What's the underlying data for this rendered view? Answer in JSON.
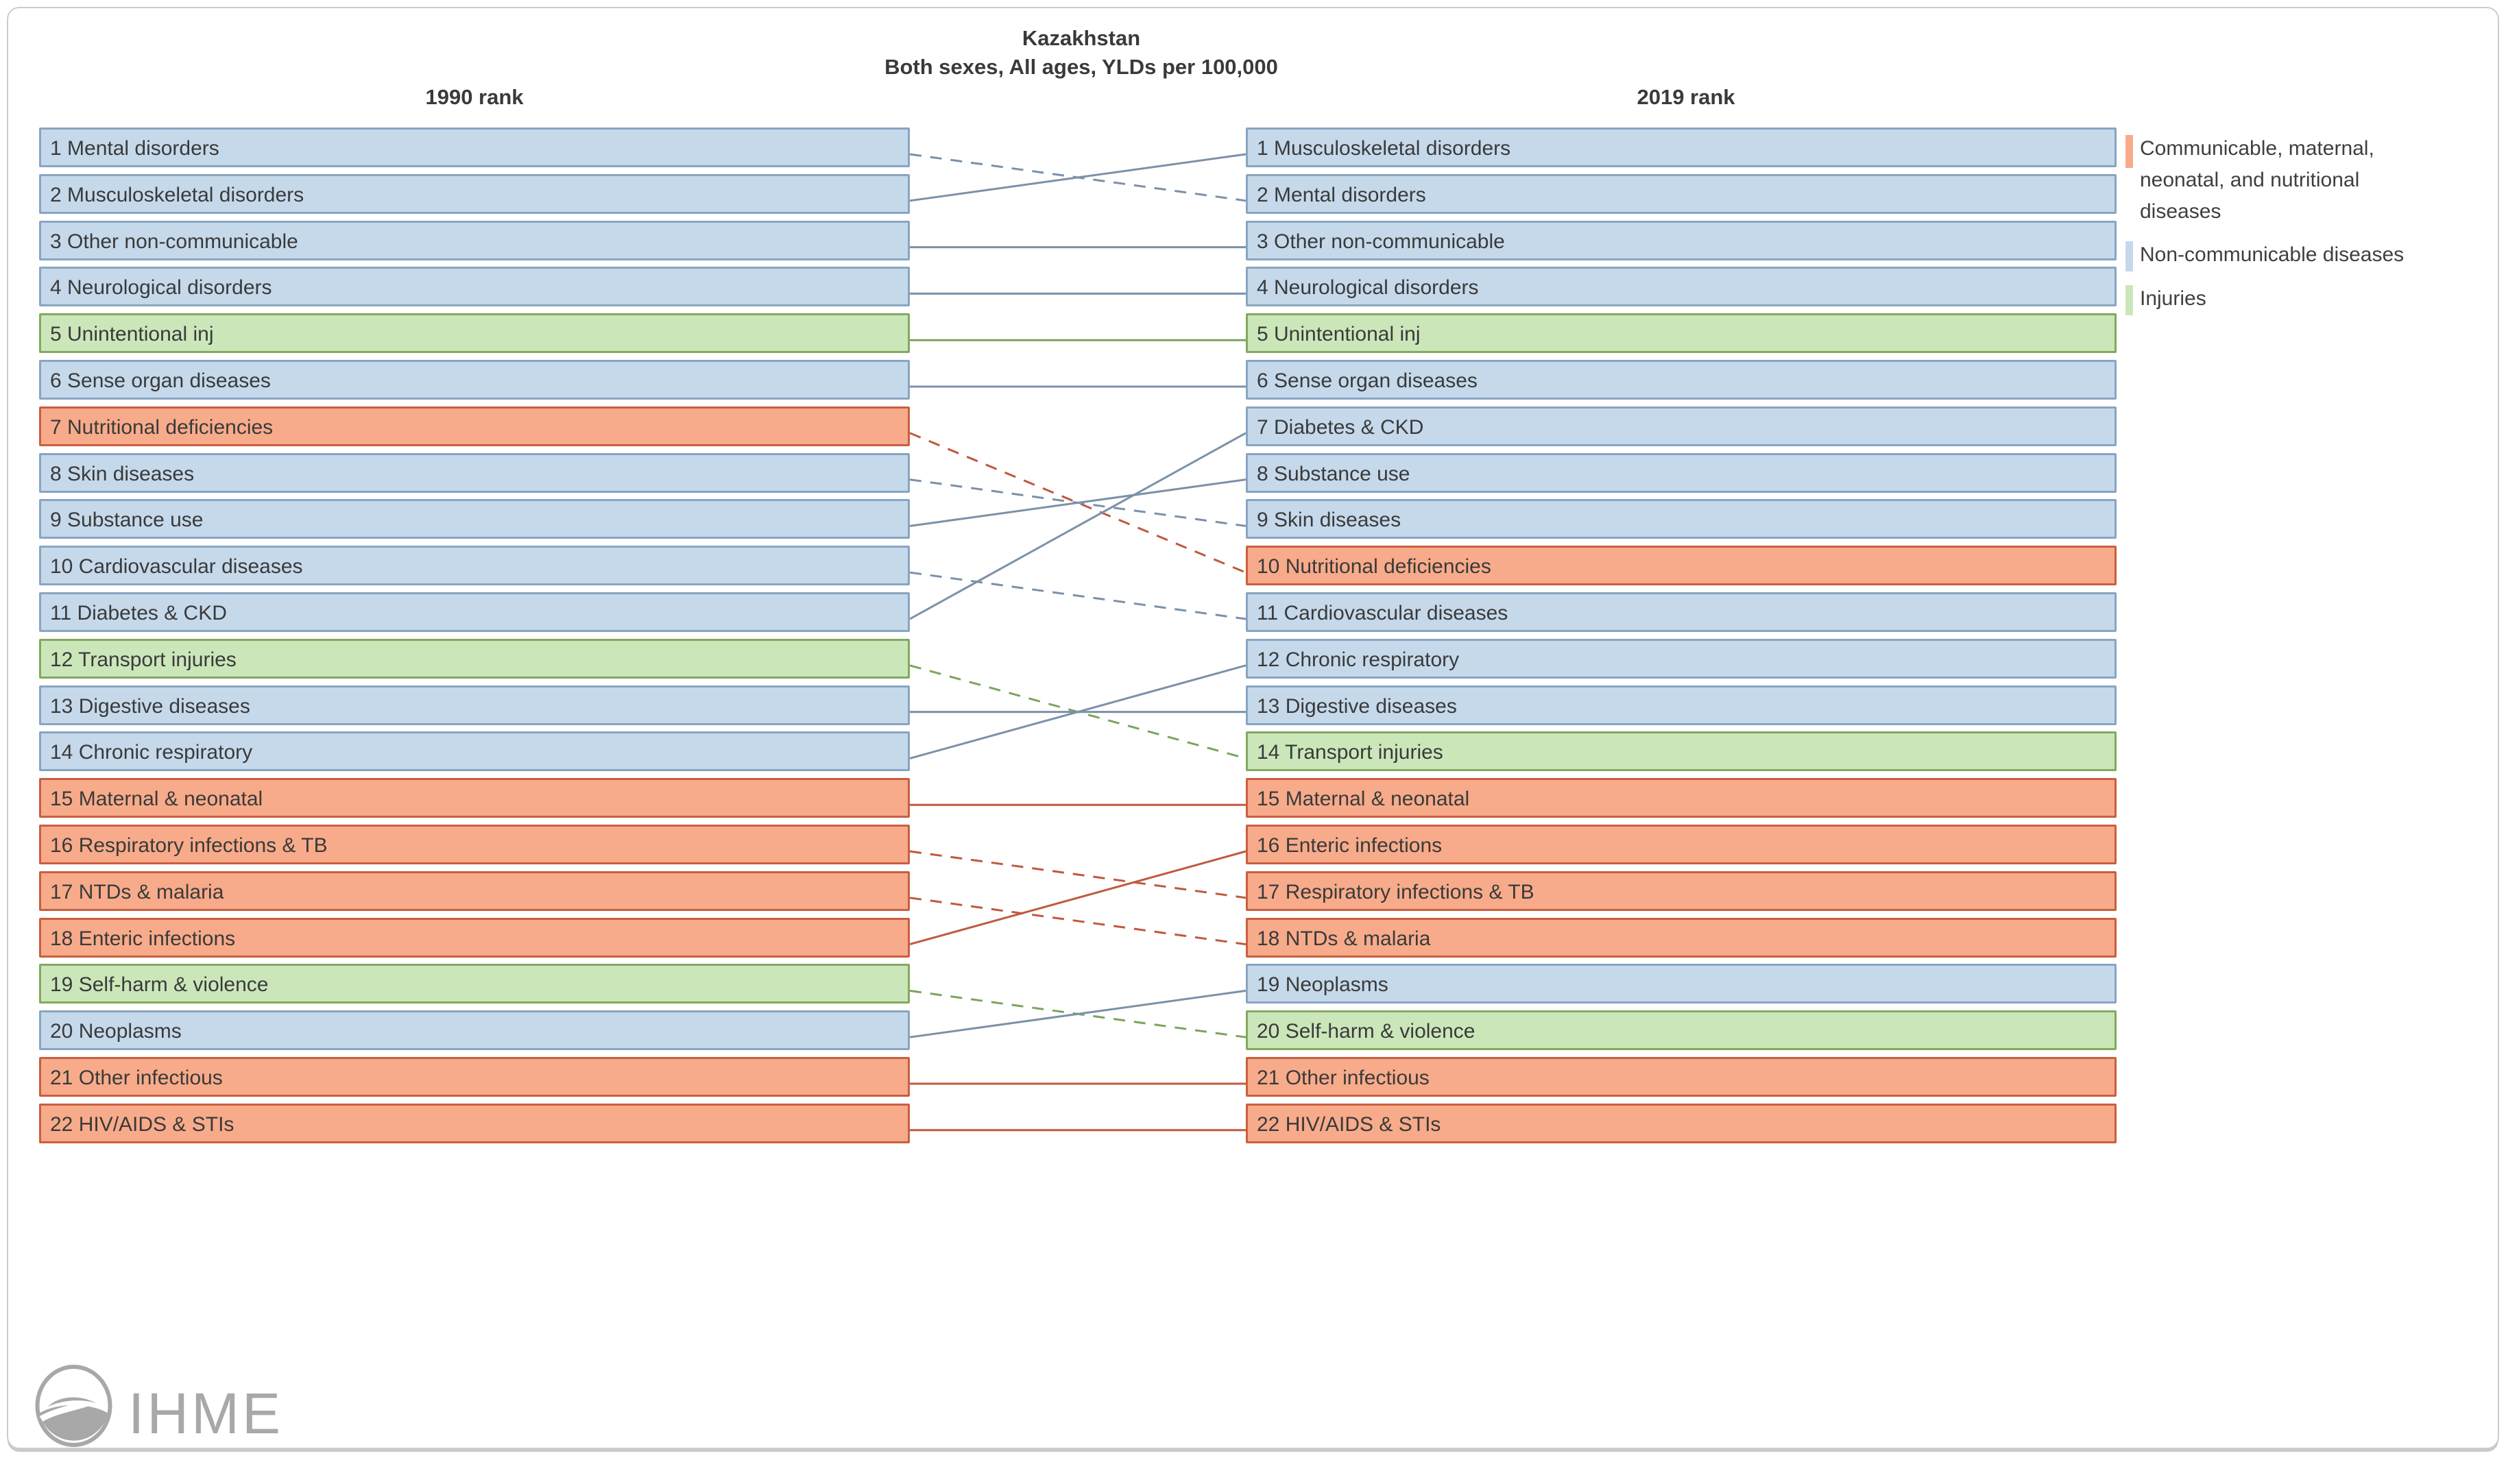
{
  "header": {
    "title": "Kazakhstan",
    "subtitle": "Both sexes, All ages, YLDs per 100,000",
    "left_col": "1990 rank",
    "right_col": "2019 rank"
  },
  "legend": {
    "items": [
      {
        "label": "Communicable, maternal, neonatal, and nutritional diseases",
        "group": "cmnn"
      },
      {
        "label": "Non-communicable diseases",
        "group": "ncd"
      },
      {
        "label": "Injuries",
        "group": "inj"
      }
    ]
  },
  "colors": {
    "cmnn": {
      "fill": "#f7ab8a",
      "border": "#c95f3f",
      "line": "#c05a3e"
    },
    "ncd": {
      "fill": "#c5d9eb",
      "border": "#88a5c2",
      "line": "#7b91a8"
    },
    "inj": {
      "fill": "#cbe7ba",
      "border": "#82a95f",
      "line": "#7ca45c"
    }
  },
  "footer": {
    "logo_text": "IHME"
  },
  "chart_data": {
    "type": "line",
    "subtype": "rank-slopegraph",
    "title": "Kazakhstan",
    "subtitle": "Both sexes, All ages, YLDs per 100,000",
    "categories": [
      "1990 rank",
      "2019 rank"
    ],
    "y_axis": {
      "label": "rank",
      "range": [
        1,
        22
      ],
      "inverted": true,
      "grid": false
    },
    "legend_position": "right",
    "line_style_rule": "solid = rank improved or unchanged, dashed = rank worsened",
    "series": [
      {
        "name": "Mental disorders",
        "group": "ncd",
        "rank_1990": 1,
        "rank_2019": 2,
        "line_style": "dashed"
      },
      {
        "name": "Musculoskeletal disorders",
        "group": "ncd",
        "rank_1990": 2,
        "rank_2019": 1,
        "line_style": "solid"
      },
      {
        "name": "Other non-communicable",
        "group": "ncd",
        "rank_1990": 3,
        "rank_2019": 3,
        "line_style": "solid"
      },
      {
        "name": "Neurological disorders",
        "group": "ncd",
        "rank_1990": 4,
        "rank_2019": 4,
        "line_style": "solid"
      },
      {
        "name": "Unintentional inj",
        "group": "inj",
        "rank_1990": 5,
        "rank_2019": 5,
        "line_style": "solid"
      },
      {
        "name": "Sense organ diseases",
        "group": "ncd",
        "rank_1990": 6,
        "rank_2019": 6,
        "line_style": "solid"
      },
      {
        "name": "Nutritional deficiencies",
        "group": "cmnn",
        "rank_1990": 7,
        "rank_2019": 10,
        "line_style": "dashed"
      },
      {
        "name": "Skin diseases",
        "group": "ncd",
        "rank_1990": 8,
        "rank_2019": 9,
        "line_style": "dashed"
      },
      {
        "name": "Substance use",
        "group": "ncd",
        "rank_1990": 9,
        "rank_2019": 8,
        "line_style": "solid"
      },
      {
        "name": "Cardiovascular diseases",
        "group": "ncd",
        "rank_1990": 10,
        "rank_2019": 11,
        "line_style": "dashed"
      },
      {
        "name": "Diabetes & CKD",
        "group": "ncd",
        "rank_1990": 11,
        "rank_2019": 7,
        "line_style": "solid"
      },
      {
        "name": "Transport injuries",
        "group": "inj",
        "rank_1990": 12,
        "rank_2019": 14,
        "line_style": "dashed"
      },
      {
        "name": "Digestive diseases",
        "group": "ncd",
        "rank_1990": 13,
        "rank_2019": 13,
        "line_style": "solid"
      },
      {
        "name": "Chronic respiratory",
        "group": "ncd",
        "rank_1990": 14,
        "rank_2019": 12,
        "line_style": "solid"
      },
      {
        "name": "Maternal & neonatal",
        "group": "cmnn",
        "rank_1990": 15,
        "rank_2019": 15,
        "line_style": "solid"
      },
      {
        "name": "Respiratory infections & TB",
        "group": "cmnn",
        "rank_1990": 16,
        "rank_2019": 17,
        "line_style": "dashed"
      },
      {
        "name": "NTDs & malaria",
        "group": "cmnn",
        "rank_1990": 17,
        "rank_2019": 18,
        "line_style": "dashed"
      },
      {
        "name": "Enteric infections",
        "group": "cmnn",
        "rank_1990": 18,
        "rank_2019": 16,
        "line_style": "solid"
      },
      {
        "name": "Self-harm & violence",
        "group": "inj",
        "rank_1990": 19,
        "rank_2019": 20,
        "line_style": "dashed"
      },
      {
        "name": "Neoplasms",
        "group": "ncd",
        "rank_1990": 20,
        "rank_2019": 19,
        "line_style": "solid"
      },
      {
        "name": "Other infectious",
        "group": "cmnn",
        "rank_1990": 21,
        "rank_2019": 21,
        "line_style": "solid"
      },
      {
        "name": "HIV/AIDS & STIs",
        "group": "cmnn",
        "rank_1990": 22,
        "rank_2019": 22,
        "line_style": "solid"
      }
    ]
  }
}
